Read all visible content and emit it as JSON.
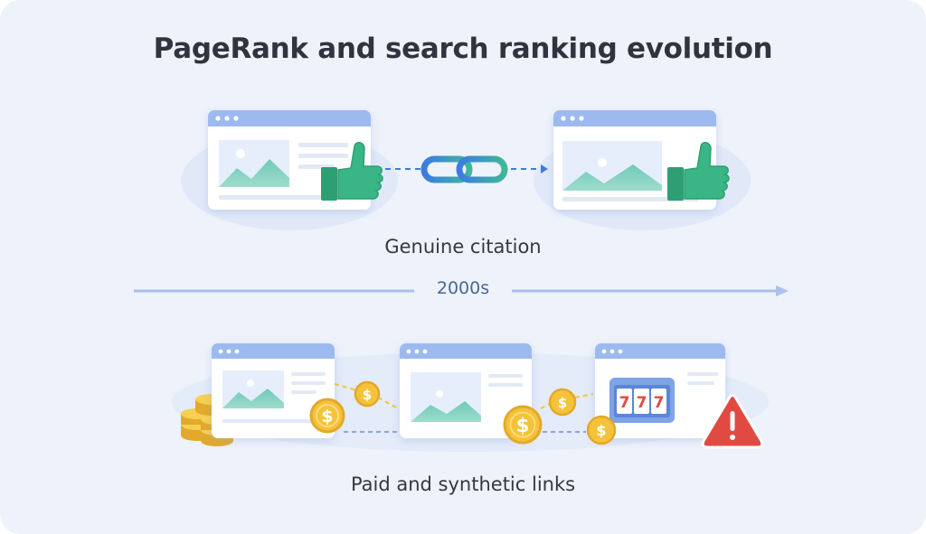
{
  "title": "PageRank and search ranking evolution",
  "top_panel": {
    "caption": "Genuine citation"
  },
  "timeline": {
    "label": "2000s"
  },
  "bottom_panel": {
    "caption": "Paid and synthetic links",
    "slot_reels": [
      "7",
      "7",
      "7"
    ]
  },
  "icons": [
    "browser-window-icon",
    "thumbs-up-icon",
    "chain-link-icon",
    "dollar-coin-icon",
    "coin-stack-icon",
    "slot-machine-icon",
    "warning-icon"
  ],
  "colors": {
    "accent_blue": "#3d7be0",
    "accent_teal": "#3fb89a",
    "thumb_green": "#3ab585",
    "coin_gold": "#f5c33b",
    "warning_red": "#e14a42",
    "window_bar": "#9cbaf0"
  }
}
